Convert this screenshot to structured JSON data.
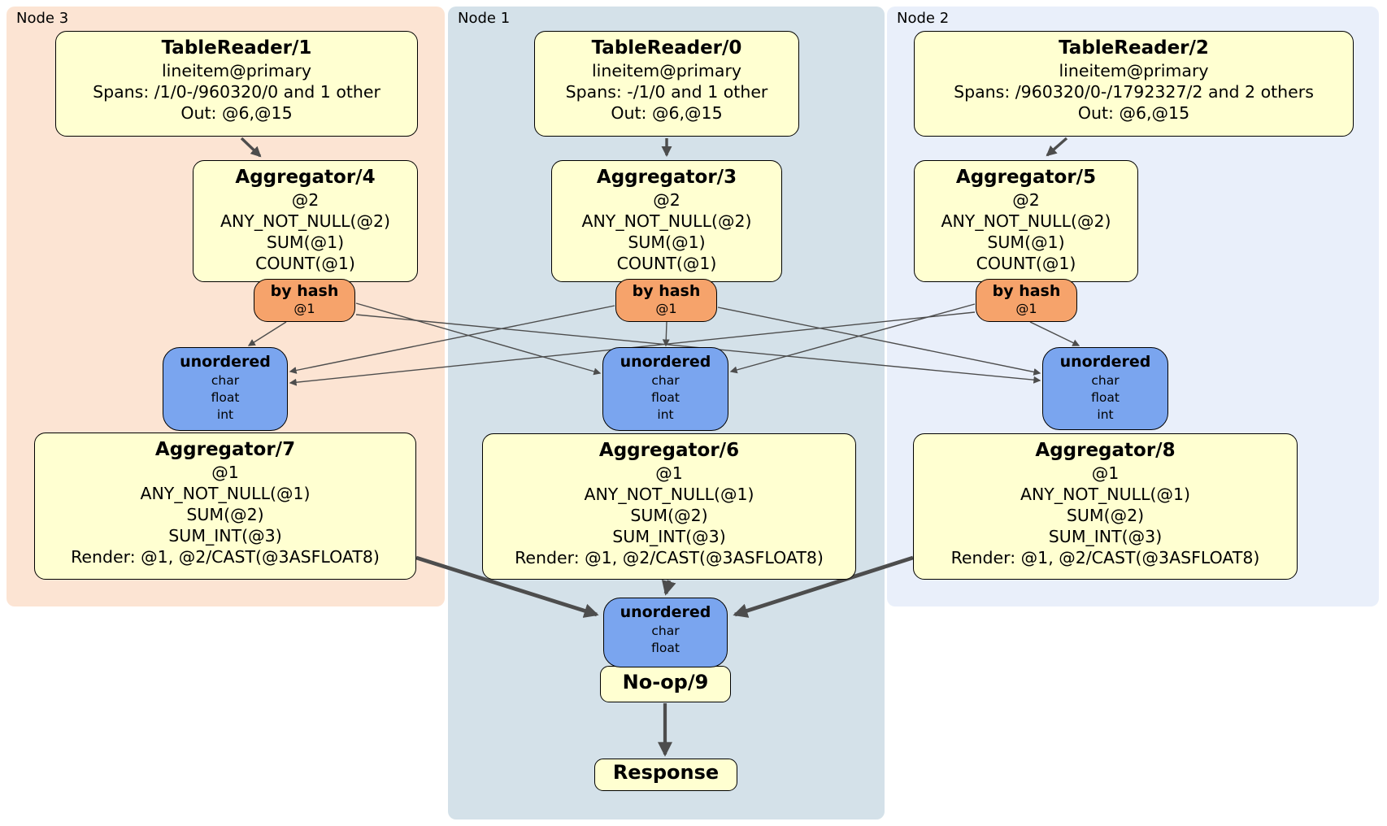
{
  "regions": [
    {
      "id": "node3",
      "label": "Node 3",
      "color": "#fce4d3"
    },
    {
      "id": "node1",
      "label": "Node 1",
      "color": "#d4e1e9"
    },
    {
      "id": "node2",
      "label": "Node 2",
      "color": "#e9effa"
    }
  ],
  "boxes": {
    "tr1": {
      "title": "TableReader/1",
      "lines": [
        "lineitem@primary",
        "Spans: /1/0-/960320/0 and 1 other",
        "Out: @6,@15"
      ]
    },
    "tr0": {
      "title": "TableReader/0",
      "lines": [
        "lineitem@primary",
        "Spans: -/1/0 and 1 other",
        "Out: @6,@15"
      ]
    },
    "tr2": {
      "title": "TableReader/2",
      "lines": [
        "lineitem@primary",
        "Spans: /960320/0-/1792327/2 and 2 others",
        "Out: @6,@15"
      ]
    },
    "agg4": {
      "title": "Aggregator/4",
      "lines": [
        "@2",
        "ANY_NOT_NULL(@2)",
        "SUM(@1)",
        "COUNT(@1)"
      ]
    },
    "agg3": {
      "title": "Aggregator/3",
      "lines": [
        "@2",
        "ANY_NOT_NULL(@2)",
        "SUM(@1)",
        "COUNT(@1)"
      ]
    },
    "agg5": {
      "title": "Aggregator/5",
      "lines": [
        "@2",
        "ANY_NOT_NULL(@2)",
        "SUM(@1)",
        "COUNT(@1)"
      ]
    },
    "agg7": {
      "title": "Aggregator/7",
      "lines": [
        "@1",
        "ANY_NOT_NULL(@1)",
        "SUM(@2)",
        "SUM_INT(@3)",
        "Render: @1, @2/CAST(@3ASFLOAT8)"
      ]
    },
    "agg6": {
      "title": "Aggregator/6",
      "lines": [
        "@1",
        "ANY_NOT_NULL(@1)",
        "SUM(@2)",
        "SUM_INT(@3)",
        "Render: @1, @2/CAST(@3ASFLOAT8)"
      ]
    },
    "agg8": {
      "title": "Aggregator/8",
      "lines": [
        "@1",
        "ANY_NOT_NULL(@1)",
        "SUM(@2)",
        "SUM_INT(@3)",
        "Render: @1, @2/CAST(@3ASFLOAT8)"
      ]
    },
    "noop": {
      "title": "No-op/9"
    },
    "resp": {
      "title": "Response"
    }
  },
  "routers": {
    "r3": {
      "label": "by hash",
      "key": "@1"
    },
    "r1": {
      "label": "by hash",
      "key": "@1"
    },
    "r2": {
      "label": "by hash",
      "key": "@1"
    }
  },
  "syncs": {
    "s3": {
      "label": "unordered",
      "lines": [
        "char",
        "float",
        "int"
      ]
    },
    "s1": {
      "label": "unordered",
      "lines": [
        "char",
        "float",
        "int"
      ]
    },
    "s2": {
      "label": "unordered",
      "lines": [
        "char",
        "float",
        "int"
      ]
    },
    "sfinal": {
      "label": "unordered",
      "lines": [
        "char",
        "float"
      ]
    }
  },
  "edges": {
    "reader_to_agg": [
      "tr1_agg4",
      "tr0_agg3",
      "tr2_agg5"
    ],
    "router_to_sync": [
      "r3_s3",
      "r3_s1",
      "r3_s2",
      "r1_s3",
      "r1_s1",
      "r1_s2",
      "r2_s3",
      "r2_s1",
      "r2_s2"
    ],
    "agg_to_final": [
      "agg7_sfinal",
      "agg6_sfinal",
      "agg8_sfinal"
    ],
    "noop_to_response": [
      "noop_resp"
    ]
  },
  "colors": {
    "processor_box": "#ffffd1",
    "router_box": "#f6a36b",
    "sync_box": "#7aa5ef",
    "edge": "#4d4d4d",
    "node3_bg": "#fce4d3",
    "node1_bg": "#d4e1e9",
    "node2_bg": "#e9effa"
  }
}
